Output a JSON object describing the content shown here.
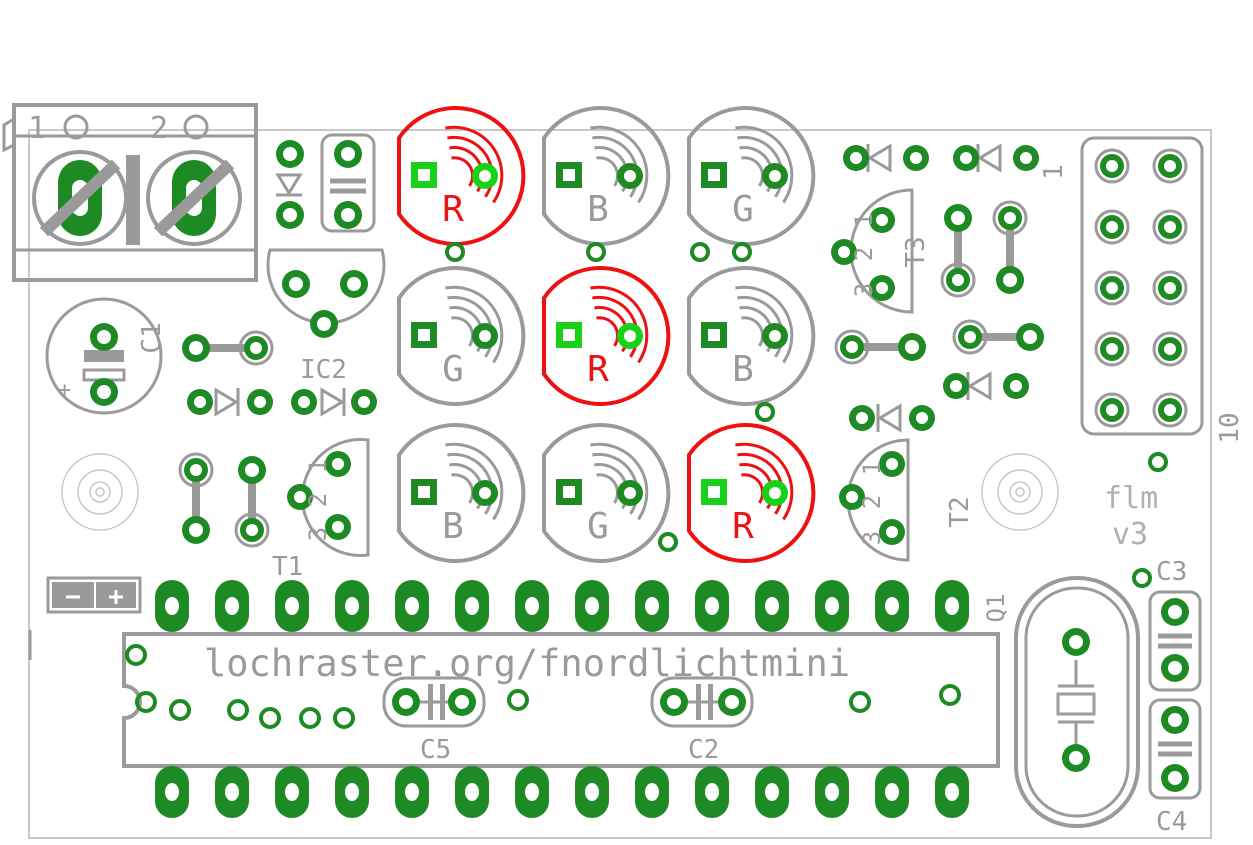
{
  "colors": {
    "silk": "#9a9a9a",
    "pad": "#1e8a24",
    "led": "#ee1111",
    "hole": "#ffffff"
  },
  "board": {
    "url_text": "lochraster.org/fnordlichtmini",
    "version": [
      "flm",
      "v3"
    ],
    "terminal": {
      "pin1": "1",
      "pin2": "2"
    },
    "power_marks": {
      "minus": "−",
      "plus": "+"
    },
    "c1_polarity": "+",
    "header_pin_first": "1",
    "header_pin_last": "10"
  },
  "labels": {
    "ic2": "IC2",
    "c1": "C1",
    "t1": "T1",
    "t2": "T2",
    "t3": "T3",
    "q1": "Q1",
    "c2": "C2",
    "c3": "C3",
    "c4": "C4",
    "c5": "C5"
  },
  "transistor_pins": [
    "1",
    "2",
    "3"
  ],
  "leds": [
    {
      "label": "R",
      "color": "red"
    },
    {
      "label": "B",
      "color": "gray"
    },
    {
      "label": "G",
      "color": "gray"
    },
    {
      "label": "G",
      "color": "gray"
    },
    {
      "label": "R",
      "color": "red"
    },
    {
      "label": "B",
      "color": "gray"
    },
    {
      "label": "B",
      "color": "gray"
    },
    {
      "label": "G",
      "color": "gray"
    },
    {
      "label": "R",
      "color": "red"
    }
  ]
}
